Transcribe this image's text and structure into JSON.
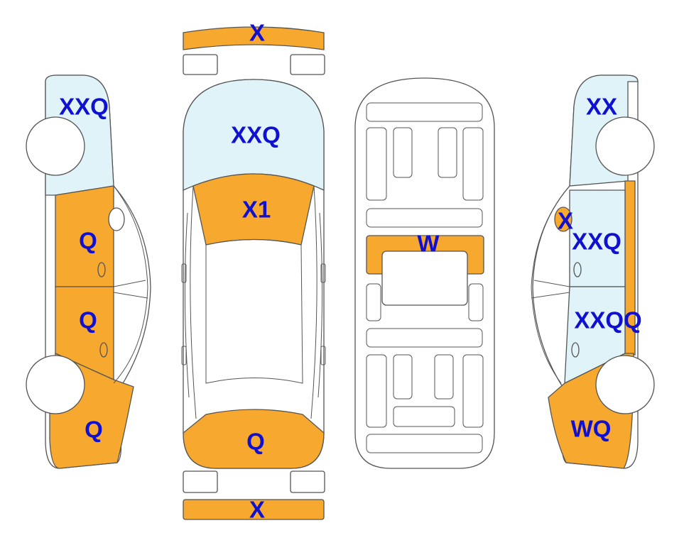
{
  "colors": {
    "damage": "#F7A82E",
    "glass": "#DFF3F8",
    "label": "#1010D0",
    "outline": "#555555"
  },
  "labels": {
    "front_bumper": "X",
    "top_windshield": "XXQ",
    "top_hood": "X1",
    "top_trunk": "Q",
    "rear_bumper": "X",
    "underbody_middle": "W",
    "left_rear_window": "XXQ",
    "left_rear_door": "Q",
    "left_front_door": "Q",
    "left_front_fender": "Q",
    "right_rear_window": "XX",
    "right_mirror": "X",
    "right_front_door": "XXQ",
    "right_rear_door": "XXQQ",
    "right_rear_fender": "WQ"
  }
}
